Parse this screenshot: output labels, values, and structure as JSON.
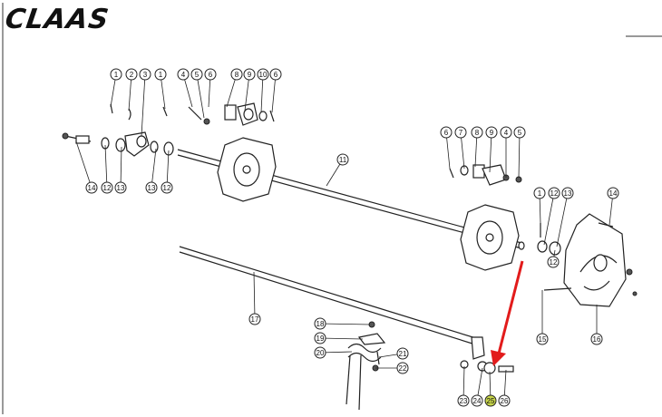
{
  "brand": {
    "logo_text": "CLAAS"
  },
  "callouts": [
    "1",
    "2",
    "3",
    "1",
    "4",
    "5",
    "6",
    "8",
    "9",
    "10",
    "6",
    "14",
    "12",
    "13",
    "13",
    "12",
    "11",
    "6",
    "7",
    "8",
    "9",
    "4",
    "5",
    "1",
    "12",
    "13",
    "14",
    "12",
    "15",
    "16",
    "17",
    "18",
    "19",
    "20",
    "21",
    "22",
    "23",
    "24",
    "25",
    "26"
  ],
  "highlight": {
    "callout": "25",
    "color": "#c8d64a",
    "arrow_color": "#e21b1b"
  }
}
